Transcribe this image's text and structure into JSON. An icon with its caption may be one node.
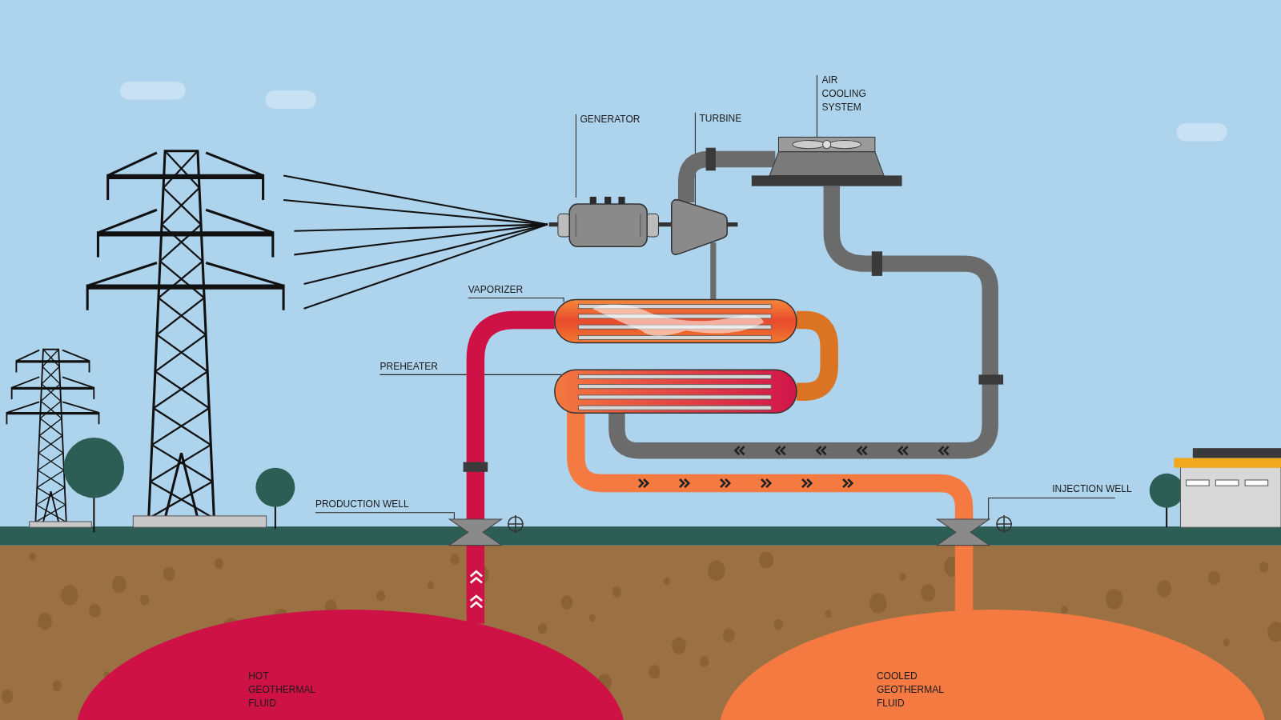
{
  "diagram": {
    "nodes": [
      {
        "text": [
          "GENERATOR"
        ]
      },
      {
        "text": [],
        "shape": "picture"
      },
      {
        "text": [
          "TURBINE"
        ]
      },
      {
        "text": [],
        "shape": "picture"
      },
      {
        "text": [
          "AIR COOLING SYSTEM"
        ]
      },
      {
        "text": [],
        "shape": "picture"
      },
      {
        "text": [
          "VAPORIZER"
        ]
      },
      {
        "text": [],
        "shape": "picture"
      },
      {
        "text": [
          "PREHEATER"
        ]
      },
      {
        "text": [],
        "shape": "picture"
      },
      {
        "text": [
          "PRODUCTION WELL"
        ]
      },
      {
        "text": [],
        "shape": "picture"
      },
      {
        "text": [
          "INJECTION WELL"
        ]
      },
      {
        "text": [],
        "shape": "picture"
      },
      {
        "text": [
          "HOT GEOTHERMAL FLUID"
        ]
      },
      {
        "text": [
          "COOLED GEOTHERMAL FLUID"
        ]
      }
    ],
    "edges": [
      {
        "from": 0,
        "to": 1,
        "arrow": "none"
      },
      {
        "from": 2,
        "to": 3,
        "arrow": "none"
      },
      {
        "from": 4,
        "to": 5,
        "arrow": "none"
      },
      {
        "from": 6,
        "to": 7,
        "arrow": "none"
      },
      {
        "from": 8,
        "to": 9,
        "arrow": "none"
      },
      {
        "from": 10,
        "to": 11,
        "arrow": "none"
      },
      {
        "from": 12,
        "to": 13,
        "arrow": "none"
      },
      {
        "from": 14,
        "to": 11,
        "arrow": "to",
        "style": "thick",
        "color": "#cf1246"
      },
      {
        "from": 11,
        "to": 7,
        "arrow": "none",
        "style": "thick",
        "color": "#cf1246"
      },
      {
        "from": 7,
        "to": 9,
        "arrow": "none",
        "style": "thick",
        "color": "#da7322"
      },
      {
        "from": 9,
        "to": 13,
        "arrow": "to",
        "style": "thick",
        "color": "#f47a42"
      },
      {
        "from": 13,
        "to": 15,
        "arrow": "none",
        "style": "thick",
        "color": "#f47a42"
      },
      {
        "from": 7,
        "to": 3,
        "arrow": "none",
        "color": "#6b6b6b"
      },
      {
        "from": 3,
        "to": 5,
        "arrow": "none",
        "style": "thick",
        "color": "#6b6b6b"
      },
      {
        "from": 5,
        "to": 9,
        "arrow": "to",
        "style": "thick",
        "color": "#6b6b6b"
      }
    ]
  }
}
